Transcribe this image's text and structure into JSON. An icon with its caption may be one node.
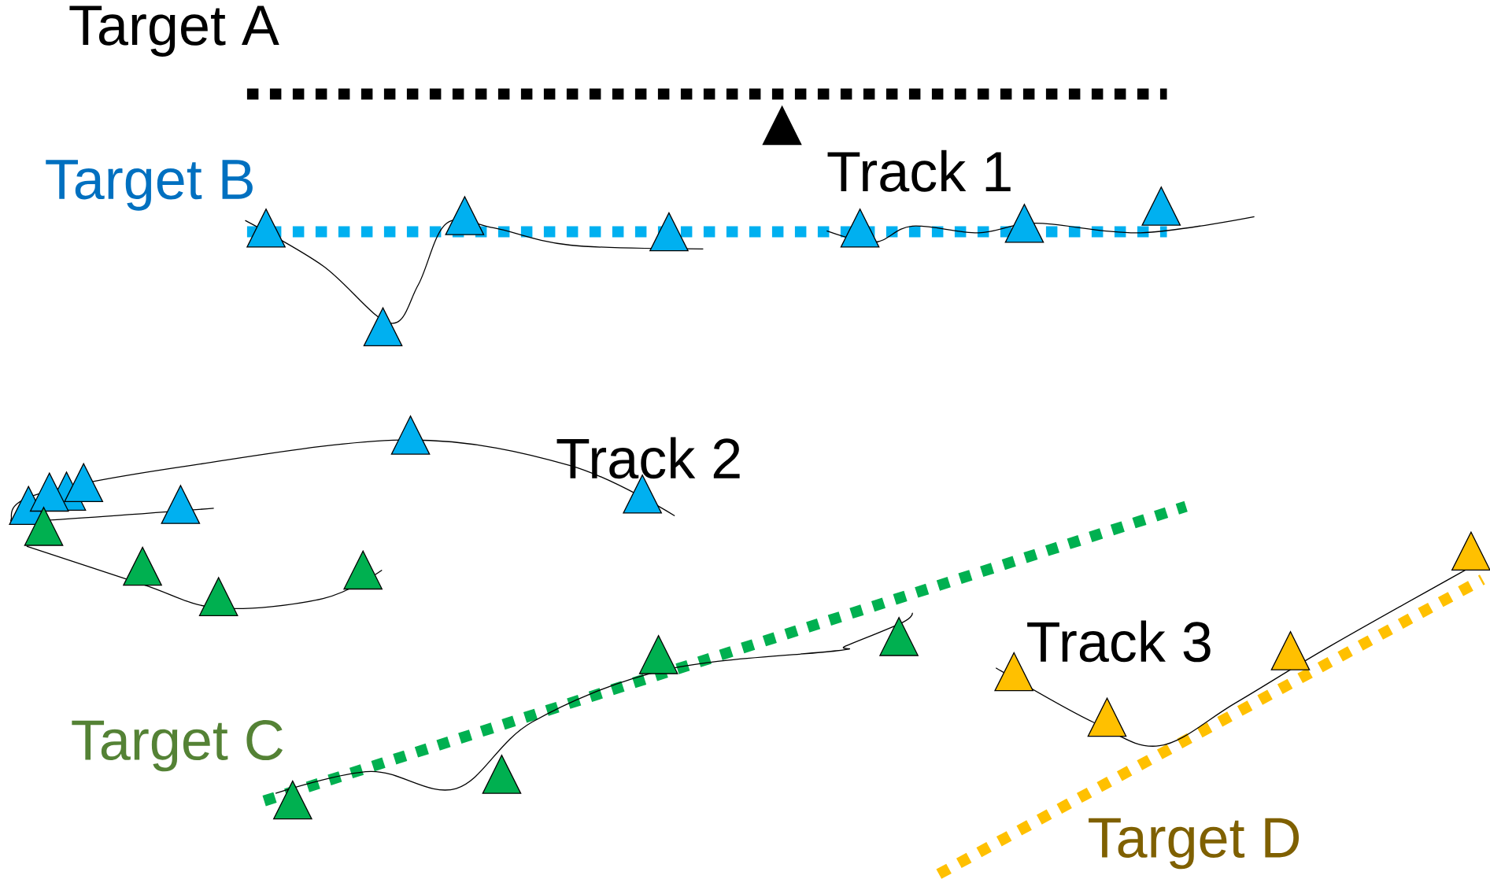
{
  "diagram": {
    "labels": [
      "Target A",
      "Track 1",
      "Target B",
      "Track 2",
      "Track 3",
      "Target C",
      "Target D"
    ]
  }
}
